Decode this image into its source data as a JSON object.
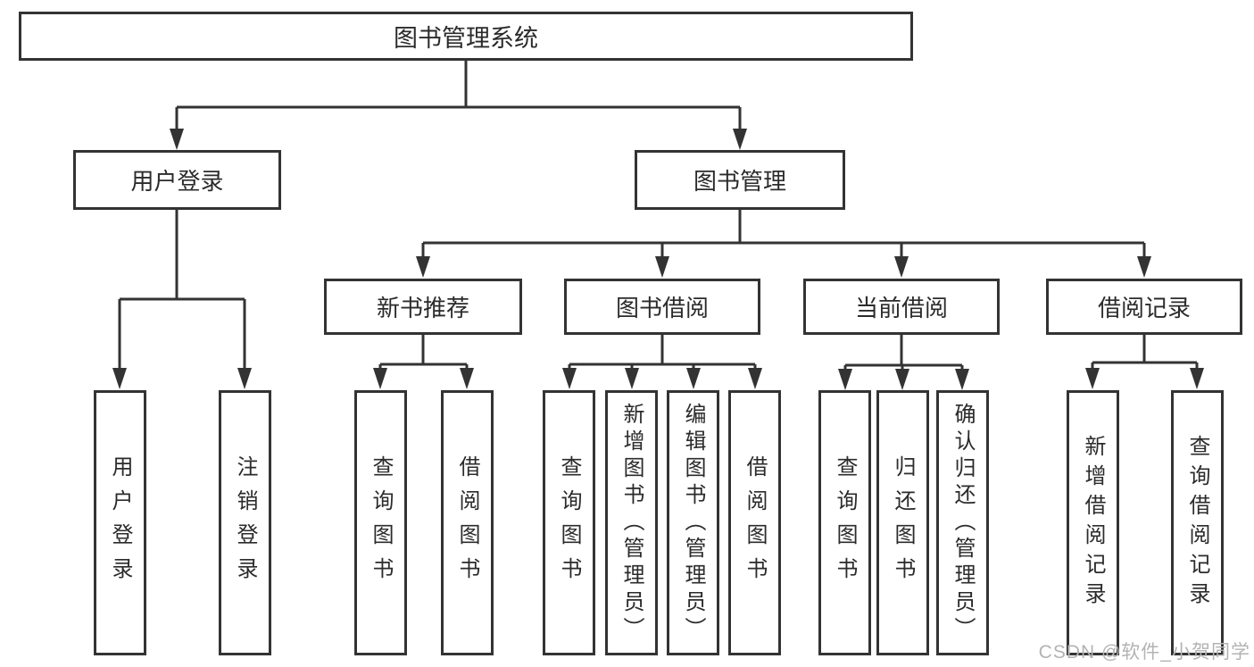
{
  "diagram": {
    "nodes": {
      "root": {
        "label": "图书管理系统"
      },
      "user_login": {
        "label": "用户登录"
      },
      "book_mgmt": {
        "label": "图书管理"
      },
      "new_book_rec": {
        "label": "新书推荐"
      },
      "book_borrow": {
        "label": "图书借阅"
      },
      "current_borrow": {
        "label": "当前借阅"
      },
      "borrow_records": {
        "label": "借阅记录"
      },
      "leaf_user_login": {
        "label": "用户登录"
      },
      "leaf_logout": {
        "label": "注销登录"
      },
      "leaf_rec_query_book": {
        "label": "查询图书"
      },
      "leaf_rec_borrow_book": {
        "label": "借阅图书"
      },
      "leaf_bb_query_book": {
        "label": "查询图书"
      },
      "leaf_bb_add_book": {
        "label": "新增图书（管理员）"
      },
      "leaf_bb_edit_book": {
        "label": "编辑图书（管理员）"
      },
      "leaf_bb_borrow_book": {
        "label": "借阅图书"
      },
      "leaf_cb_query_book": {
        "label": "查询图书"
      },
      "leaf_cb_return_book": {
        "label": "归还图书"
      },
      "leaf_cb_confirm_return": {
        "label": "确认归还（管理员）"
      },
      "leaf_br_add_record": {
        "label": "新增借阅记录"
      },
      "leaf_br_query_record": {
        "label": "查询借阅记录"
      }
    }
  },
  "watermark": {
    "text": "CSDN @软件_小贺同学"
  },
  "colors": {
    "line": "#333333",
    "text": "#2b2b2b",
    "watermark": "#b3b3b3",
    "background": "#ffffff",
    "box_fill": "#ffffff"
  }
}
